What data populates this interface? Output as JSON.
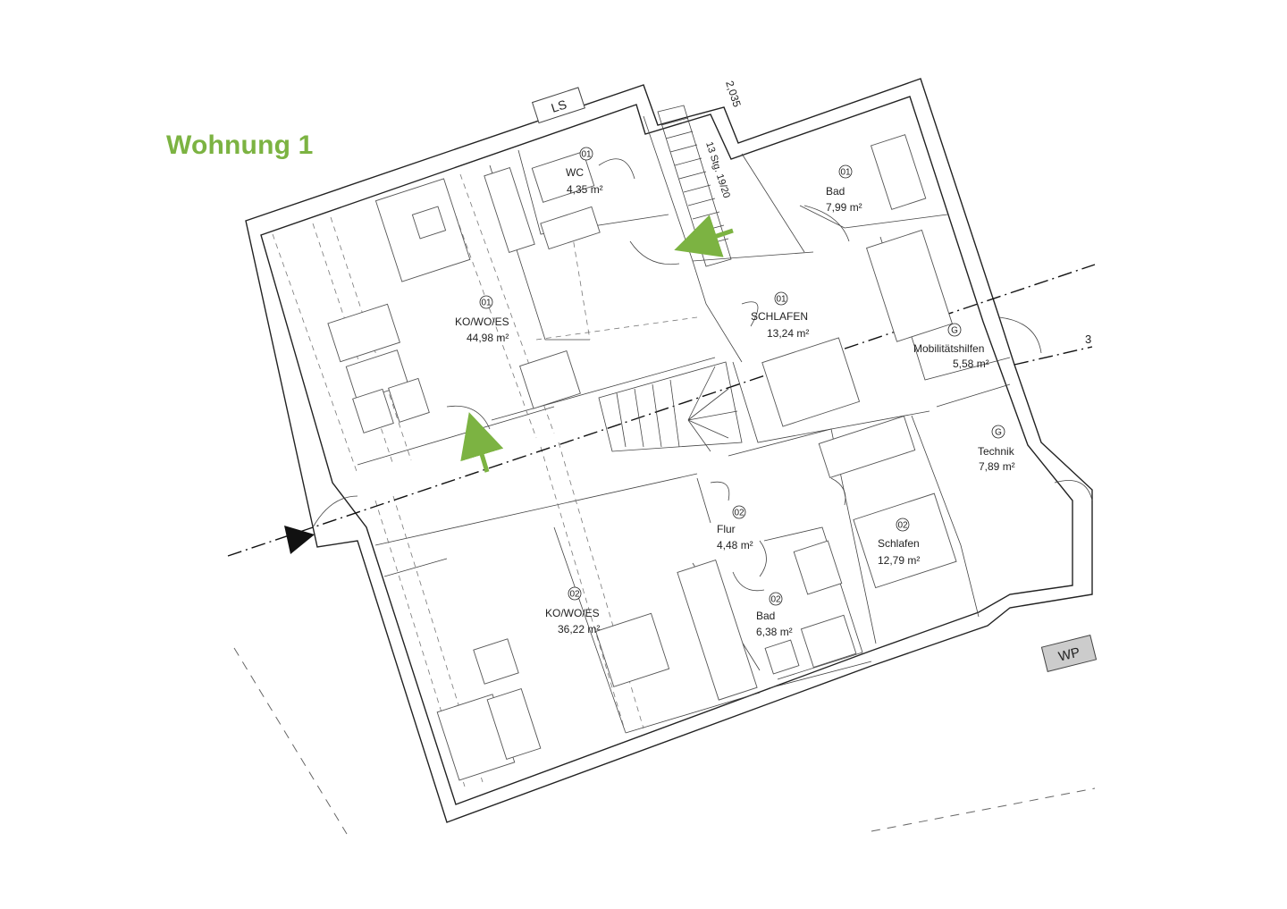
{
  "title": "Wohnung 1",
  "colors": {
    "accent": "#7cb342",
    "line": "#222222"
  },
  "markers": {
    "ls": "LS",
    "wp": "WP",
    "dimension": "2,035",
    "stairs": "13 Stg. 19/20",
    "cut": "3"
  },
  "rooms": [
    {
      "id": "wc",
      "num": "01",
      "name": "WC",
      "area": "4,35 m²"
    },
    {
      "id": "bad1",
      "num": "01",
      "name": "Bad",
      "area": "7,99 m²"
    },
    {
      "id": "kowoes1",
      "num": "01",
      "name": "KO/WO/ES",
      "area": "44,98 m²"
    },
    {
      "id": "schlafen1",
      "num": "01",
      "name": "SCHLAFEN",
      "area": "13,24 m²"
    },
    {
      "id": "mobil",
      "num": "G",
      "name": "Mobilitätshilfen",
      "area": "5,58 m²"
    },
    {
      "id": "technik",
      "num": "G",
      "name": "Technik",
      "area": "7,89 m²"
    },
    {
      "id": "flur",
      "num": "02",
      "name": "Flur",
      "area": "4,48 m²"
    },
    {
      "id": "schlafen2",
      "num": "02",
      "name": "Schlafen",
      "area": "12,79 m²"
    },
    {
      "id": "kowoes2",
      "num": "02",
      "name": "KO/WO/ES",
      "area": "36,22 m²"
    },
    {
      "id": "bad2",
      "num": "02",
      "name": "Bad",
      "area": "6,38 m²"
    }
  ]
}
